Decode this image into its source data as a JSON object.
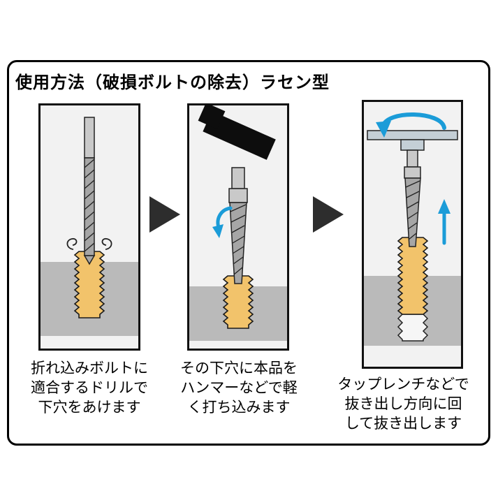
{
  "title": "使用方法（破損ボルトの除去）ラセン型",
  "steps": [
    {
      "caption": [
        "折れ込みボルトに",
        "適合するドリルで",
        "下穴をあけます"
      ]
    },
    {
      "caption": [
        "その下穴に本品を",
        "ハンマーなどで軽",
        "く打ち込みます"
      ]
    },
    {
      "caption": [
        "タップレンチなどで",
        "抜き出し方向に回",
        "して抜き出します"
      ]
    }
  ],
  "icons": [
    "drill-bit-icon",
    "broken-bolt-icon",
    "metal-chips-icon",
    "hammer-icon",
    "screw-extractor-icon",
    "rotate-arrow-icon",
    "tap-wrench-icon",
    "threaded-hole-icon",
    "pull-up-arrow-icon",
    "next-step-arrow-icon"
  ],
  "colors": {
    "bolt_brass": "#F2C36B",
    "material_gray": "#BABABA",
    "steel_gray": "#C9C9C9",
    "steel_dark": "#A6A6A6",
    "wrench_gray": "#C4CFD6",
    "accent_blue": "#1B9CD8",
    "panel_bg": "#F2F2F2",
    "ink": "#0D0D0D"
  }
}
